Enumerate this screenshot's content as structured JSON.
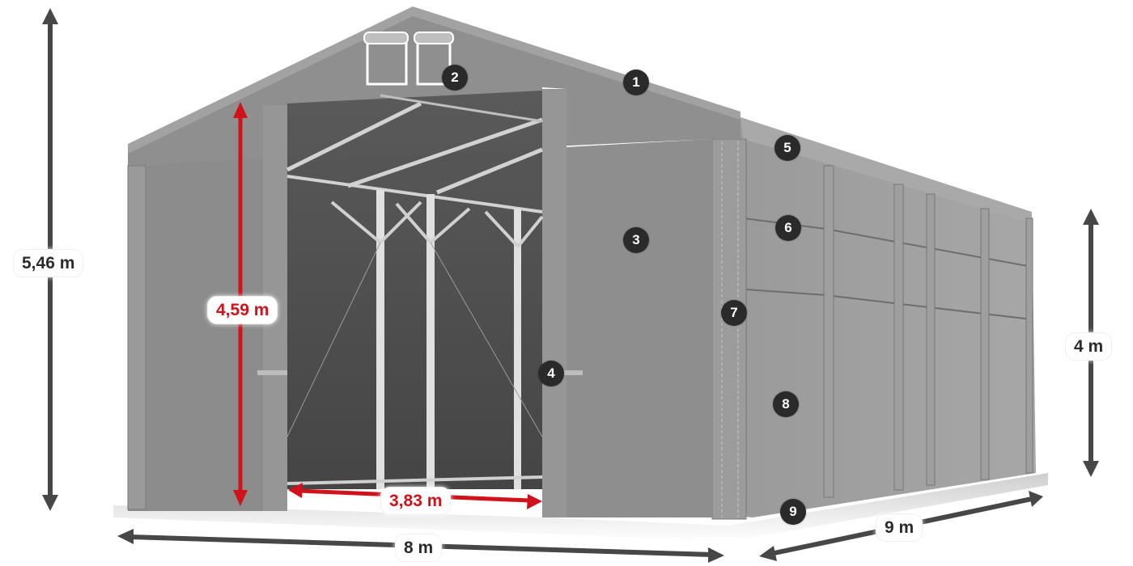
{
  "diagram": {
    "subject": "Storage tent / hall with roll-up front gate",
    "colors": {
      "tent_fabric": "#8e8e8e",
      "tent_fabric_light": "#a4a4a4",
      "interior_dark": "#4e4e4e",
      "frame_steel": "#d8d8d8",
      "dimension_arrow": "#474747",
      "door_dimension_red": "#d0121b",
      "marker_fill": "#2a2a2a",
      "marker_text": "#ffffff"
    },
    "dimensions": {
      "total_height": "5,46 m",
      "door_height": "4,59 m",
      "door_width": "3,83 m",
      "side_wall_height": "4 m",
      "width": "8 m",
      "length": "9 m"
    },
    "markers": [
      {
        "number": "1",
        "part": "roof"
      },
      {
        "number": "2",
        "part": "gable ventilation windows"
      },
      {
        "number": "3",
        "part": "front gable wall"
      },
      {
        "number": "4",
        "part": "door roll-up strap"
      },
      {
        "number": "5",
        "part": "eave / upper side panel"
      },
      {
        "number": "6",
        "part": "side wall window band"
      },
      {
        "number": "7",
        "part": "corner pole cover"
      },
      {
        "number": "8",
        "part": "side wall panel"
      },
      {
        "number": "9",
        "part": "ground skirt / apron"
      }
    ]
  }
}
